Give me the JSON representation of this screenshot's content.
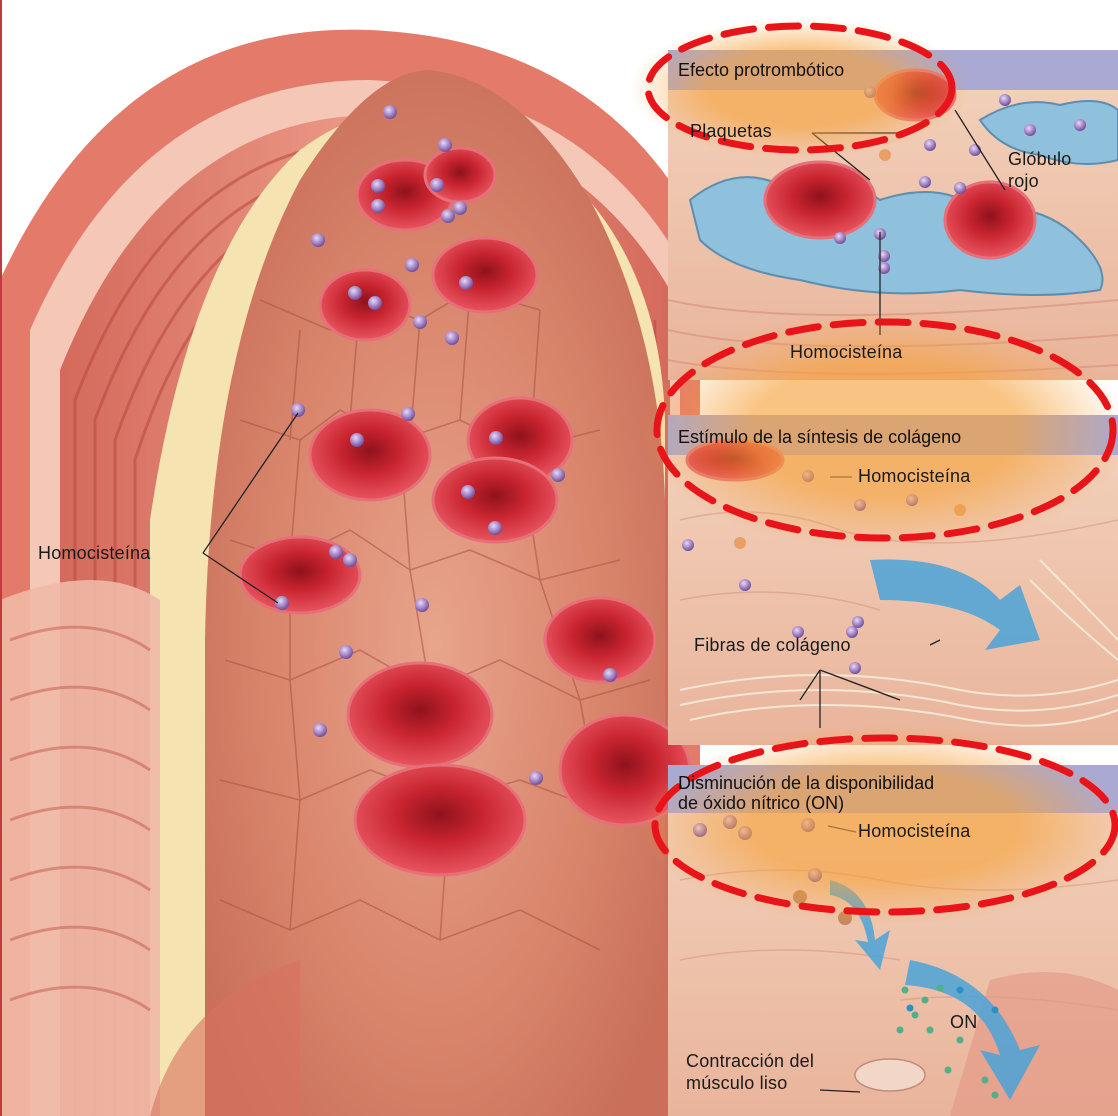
{
  "labels": {
    "left_homocisteina": "Homocisteína",
    "panel1_title": "Efecto protrombótico",
    "panel1_plaquetas": "Plaquetas",
    "panel1_globulo_line1": "Glóbulo",
    "panel1_globulo_line2": "rojo",
    "panel1_homocisteina": "Homocisteína",
    "panel2_title": "Estímulo de la síntesis de colágeno",
    "panel2_homocisteina": "Homocisteína",
    "panel2_fibras": "Fibras de colágeno",
    "panel3_title_line1": "Disminución de la disponibilidad",
    "panel3_title_line2": "de óxido nítrico (ON)",
    "panel3_homocisteina": "Homocisteína",
    "panel3_on": "ON",
    "panel3_contraccion_line1": "Contracción del",
    "panel3_contraccion_line2": "músculo liso"
  },
  "colors": {
    "panel_header": "#a9a9d4",
    "highlight_dash": "#e8141a",
    "highlight_glow": "#f6a23c",
    "red_blood_cell": "#c8242f",
    "homocysteine_particle": "#9b7bc0",
    "platelet": "#8fc0dc",
    "arrow_blue": "#4aa3d8"
  }
}
